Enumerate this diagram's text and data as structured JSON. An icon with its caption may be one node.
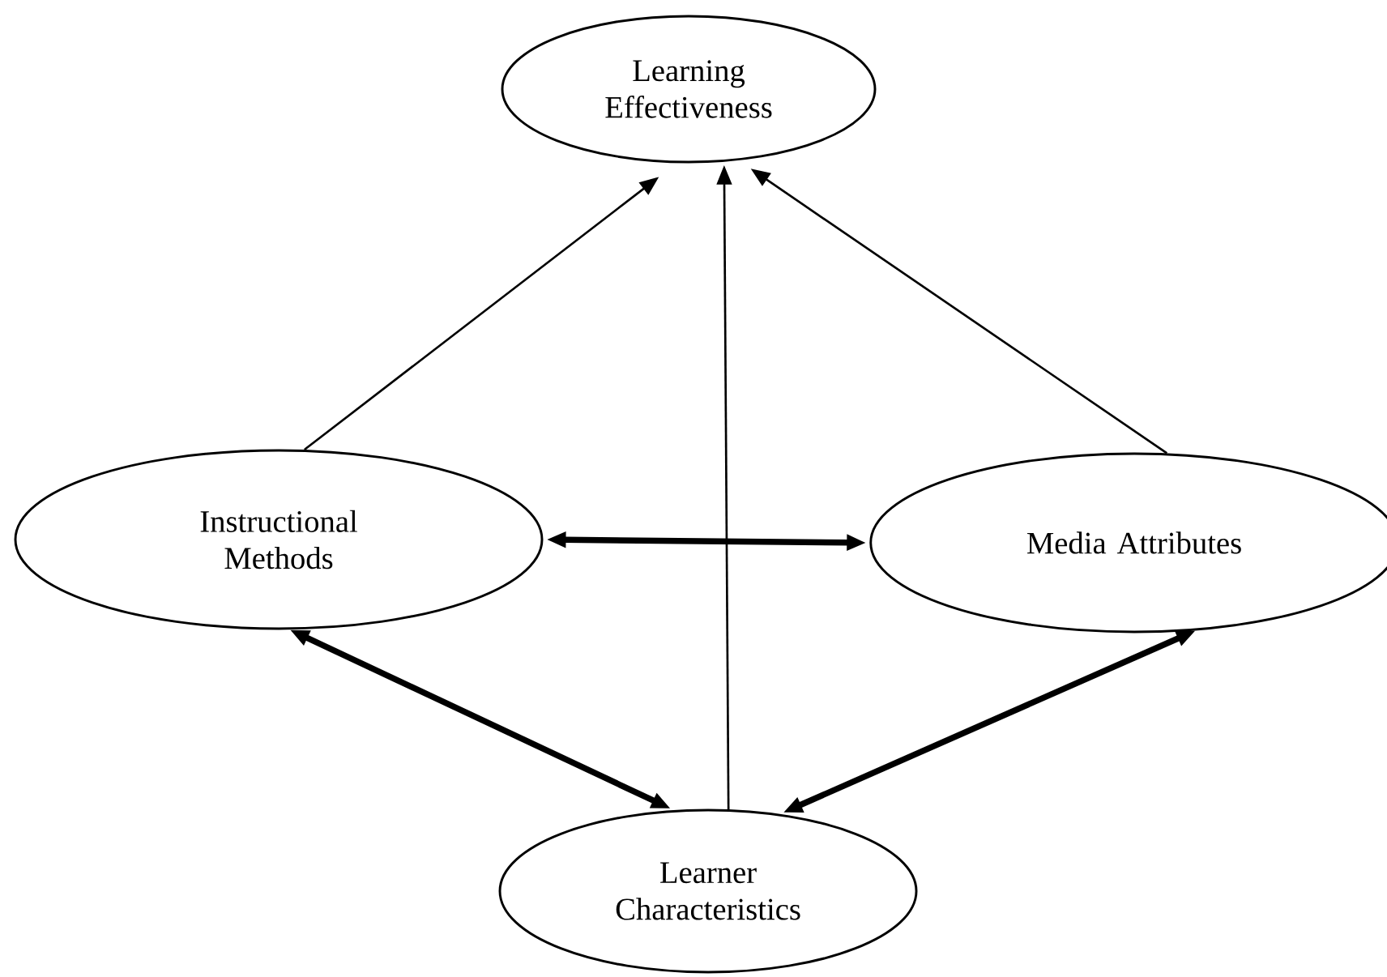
{
  "diagram": {
    "nodes": [
      {
        "text": [
          "Learning Effectiveness"
        ]
      },
      {
        "text": [
          "Instructional Methods"
        ]
      },
      {
        "text": [
          "Media Attributes"
        ]
      },
      {
        "text": [
          "Learner Characteristics"
        ]
      }
    ],
    "edges": [
      {
        "from": 1,
        "to": 0,
        "arrow": "to"
      },
      {
        "from": 3,
        "to": 0,
        "arrow": "to"
      },
      {
        "from": 2,
        "to": 0,
        "arrow": "to"
      },
      {
        "from": 1,
        "to": 2,
        "arrow": "both",
        "style": "thick"
      },
      {
        "from": 1,
        "to": 3,
        "arrow": "both",
        "style": "thick"
      },
      {
        "from": 2,
        "to": 3,
        "arrow": "both",
        "style": "thick"
      }
    ]
  }
}
